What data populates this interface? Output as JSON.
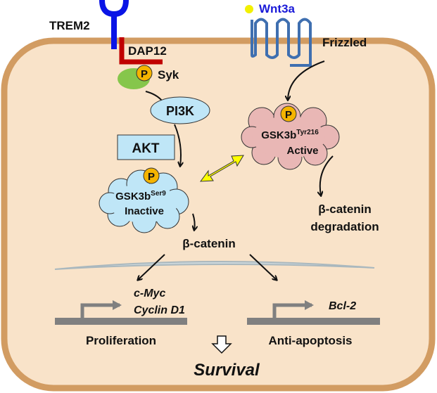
{
  "receptors": {
    "trem2": "TREM2",
    "dap12": "DAP12",
    "wnt3a": "Wnt3a",
    "frizzled": "Frizzled"
  },
  "kinases": {
    "syk": "Syk",
    "pi3k": "PI3K",
    "akt": "AKT",
    "phospho": "P"
  },
  "gsk_inactive": {
    "name": "GSK3b",
    "sup": "Ser9",
    "state": "Inactive"
  },
  "gsk_active": {
    "name": "GSK3b",
    "sup": "Tyr216",
    "state": "Active"
  },
  "degradation": {
    "line1": "β-catenin",
    "line2": "degradation"
  },
  "beta_catenin": "β-catenin",
  "genes": {
    "left1": "c-Myc",
    "left2": "Cyclin D1",
    "right": "Bcl-2"
  },
  "outcomes": {
    "proliferation": "Proliferation",
    "anti_apoptosis": "Anti-apoptosis",
    "survival": "Survival"
  },
  "colors": {
    "cell_fill": "#f9e3c9",
    "cell_border": "#d29c62",
    "trem2": "#0a14e6",
    "dap12": "#c00000",
    "frizzled": "#3f6fb0",
    "wnt3a_text": "#1a1ad8",
    "inactive_cloud": "#bfe6f7",
    "active_cloud": "#e9b7b5",
    "phospho": "#f5b400",
    "syk": "#86c64b",
    "double_arrow": "#ffff00",
    "gene": "#808080"
  }
}
